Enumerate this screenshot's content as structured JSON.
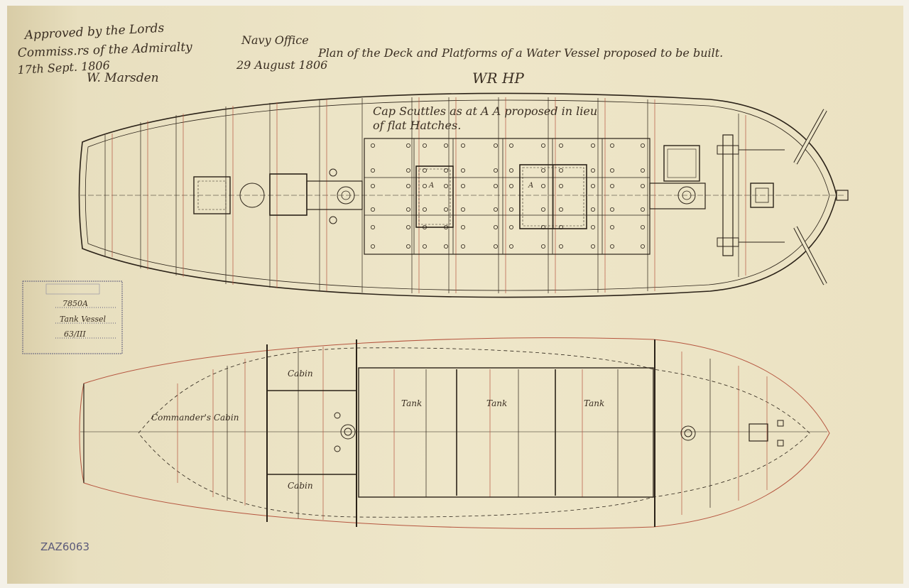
{
  "document": {
    "approval": {
      "line1": "Approved by the Lords",
      "line2": "Commiss.rs of the Admiralty",
      "line3": "17th Sept. 1806",
      "signature": "W. Marsden"
    },
    "office": {
      "line1": "Navy Office",
      "line2": "29 August 1806"
    },
    "title": "Plan of the Deck and Platforms of a Water Vessel proposed to be built.",
    "initials": "WR   HP",
    "deck_note_line1": "Cap Scuttles as at A A proposed in lieu",
    "deck_note_line2": "of flat Hatches.",
    "hatch_marks": [
      "A",
      "A"
    ],
    "platform_labels": {
      "cabin_upper": "Cabin",
      "cabin_lower": "Cabin",
      "commanders_cabin": "Commander's Cabin",
      "tanks": [
        "Tank",
        "Tank",
        "Tank"
      ]
    },
    "stamp": {
      "number": "7850A",
      "subject": "Tank Vessel",
      "ref": "63/III"
    },
    "catalogue_ref": "ZAZ6063"
  },
  "colors": {
    "paper": "#ece4c6",
    "ink": "#2b2218",
    "red_ink": "#b5553f",
    "stamp": "#5b5a7a"
  }
}
